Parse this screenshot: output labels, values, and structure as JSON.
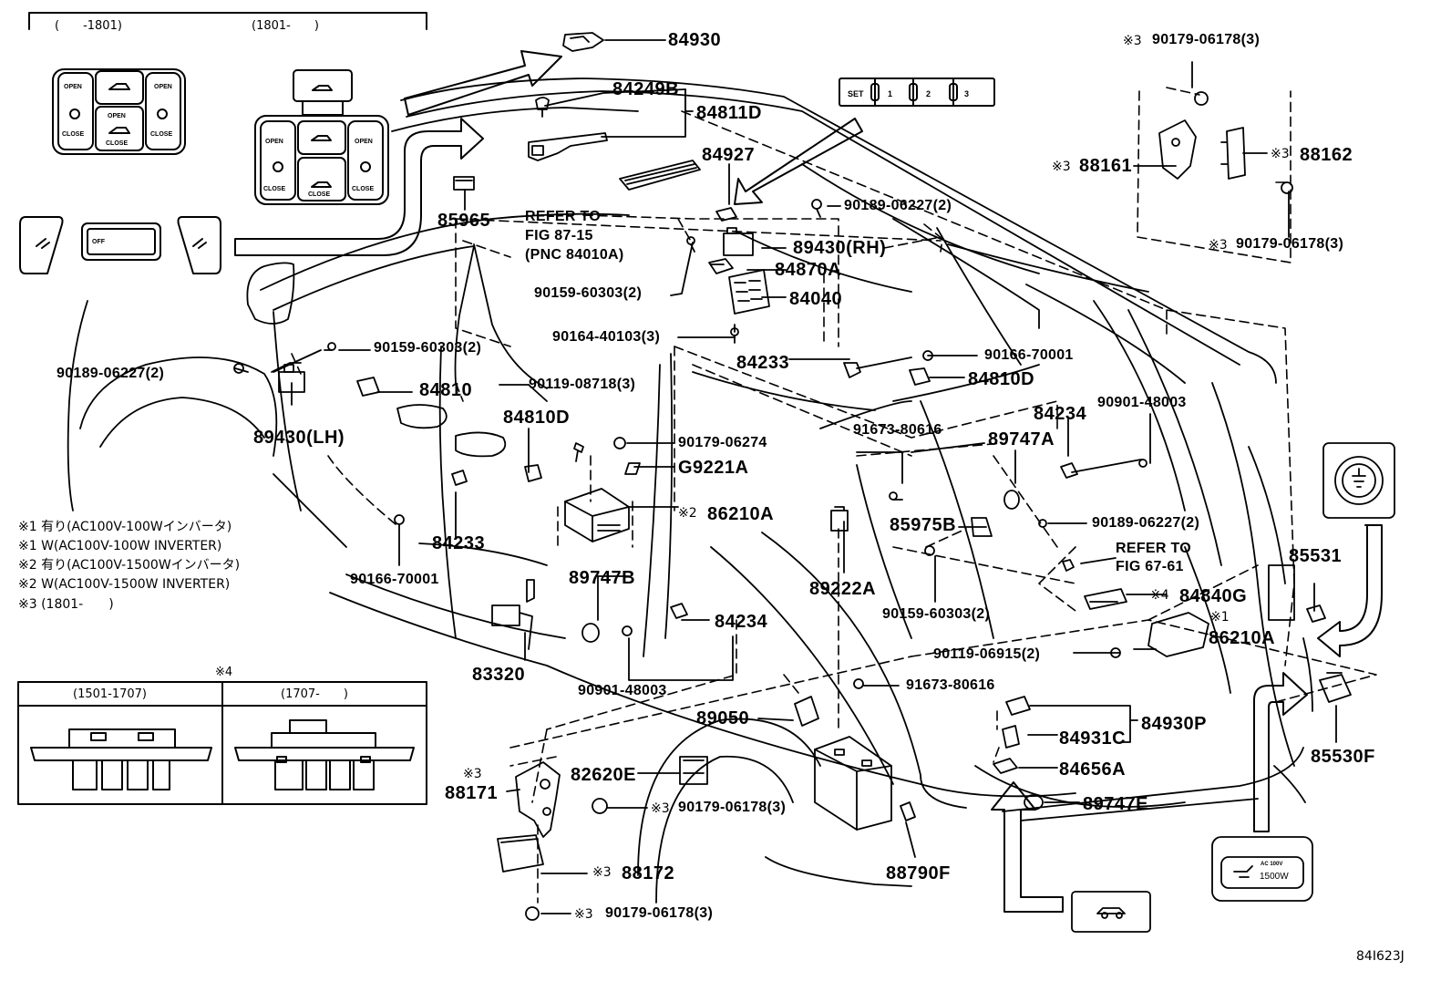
{
  "figure_code": "84I623J",
  "notes": {
    "n1_jp": "※1 有り(AC100V-100Wインバータ)",
    "n1_en": "※1 W(AC100V-100W INVERTER)",
    "n2_jp": "※2 有り(AC100V-1500Wインバータ)",
    "n2_en": "※2 W(AC100V-1500W INVERTER)",
    "n3": "※3 (1801-　　)"
  },
  "inset_top": {
    "left": "(　　-1801)",
    "right": "(1801-　　)"
  },
  "inset_bottom": {
    "mark": "※4",
    "left": "(1501-1707)",
    "right": "(1707-　　)"
  },
  "buttons": {
    "open": "OPEN",
    "close": "CLOSE",
    "set": "SET",
    "s1": "1",
    "s2": "2",
    "s3": "3",
    "off": "OFF",
    "ac100v": "AC 100V",
    "w1500": "1500W"
  },
  "parts": {
    "p84930": "84930",
    "p84249B": "84249B",
    "p84811D": "84811D",
    "p84927": "84927",
    "p85965": "85965",
    "refer1": "REFER TO",
    "refer1b": "FIG 87-15",
    "refer1c": "(PNC 84010A)",
    "p90189a": "90189-06227(2)",
    "p89430rh": "89430(RH)",
    "p84870A": "84870A",
    "p90159a": "90159-60303(2)",
    "p84040": "84040",
    "p90159b": "90159-60303(2)",
    "p90164": "90164-40103(3)",
    "p90189b": "90189-06227(2)",
    "p84810": "84810",
    "p89430lh": "89430(LH)",
    "p90119a": "90119-08718(3)",
    "p84810Da": "84810D",
    "p84233a": "84233",
    "p90166a": "90166-70001",
    "p84810Db": "84810D",
    "p84234a": "84234",
    "p90901a": "90901-48003",
    "p90179a": "90179-06274",
    "pG9221A": "G9221A",
    "p86210Aa": "86210A",
    "mark2": "※2",
    "p91673a": "91673-80616",
    "p89747Aa": "89747A",
    "p85975B": "85975B",
    "p90189c": "90189-06227(2)",
    "refer2": "REFER TO",
    "refer2b": "FIG 67-61",
    "p84233b": "84233",
    "p90166b": "90166-70001",
    "p89747B": "89747B",
    "p89222A": "89222A",
    "p90159c": "90159-60303(2)",
    "p84840G": "84840G",
    "mark4": "※4",
    "p85531": "85531",
    "p84234b": "84234",
    "mark1": "※1",
    "p86210Ab": "86210A",
    "p90119b": "90119-06915(2)",
    "p83320": "83320",
    "p90901b": "90901-48003",
    "p91673b": "91673-80616",
    "p89050": "89050",
    "p84930P": "84930P",
    "p84931C": "84931C",
    "p84656A": "84656A",
    "p85530F": "85530F",
    "p82620E": "82620E",
    "p88171": "88171",
    "mark3a": "※3",
    "p90179b": "90179-06178(3)",
    "p89747E": "89747E",
    "p88172": "88172",
    "p88790F": "88790F",
    "p90179c": "90179-06178(3)",
    "p90179d": "90179-06178(3)",
    "p88161": "88161",
    "p88162": "88162",
    "p90179e": "90179-06178(3)",
    "m3": "※3"
  }
}
